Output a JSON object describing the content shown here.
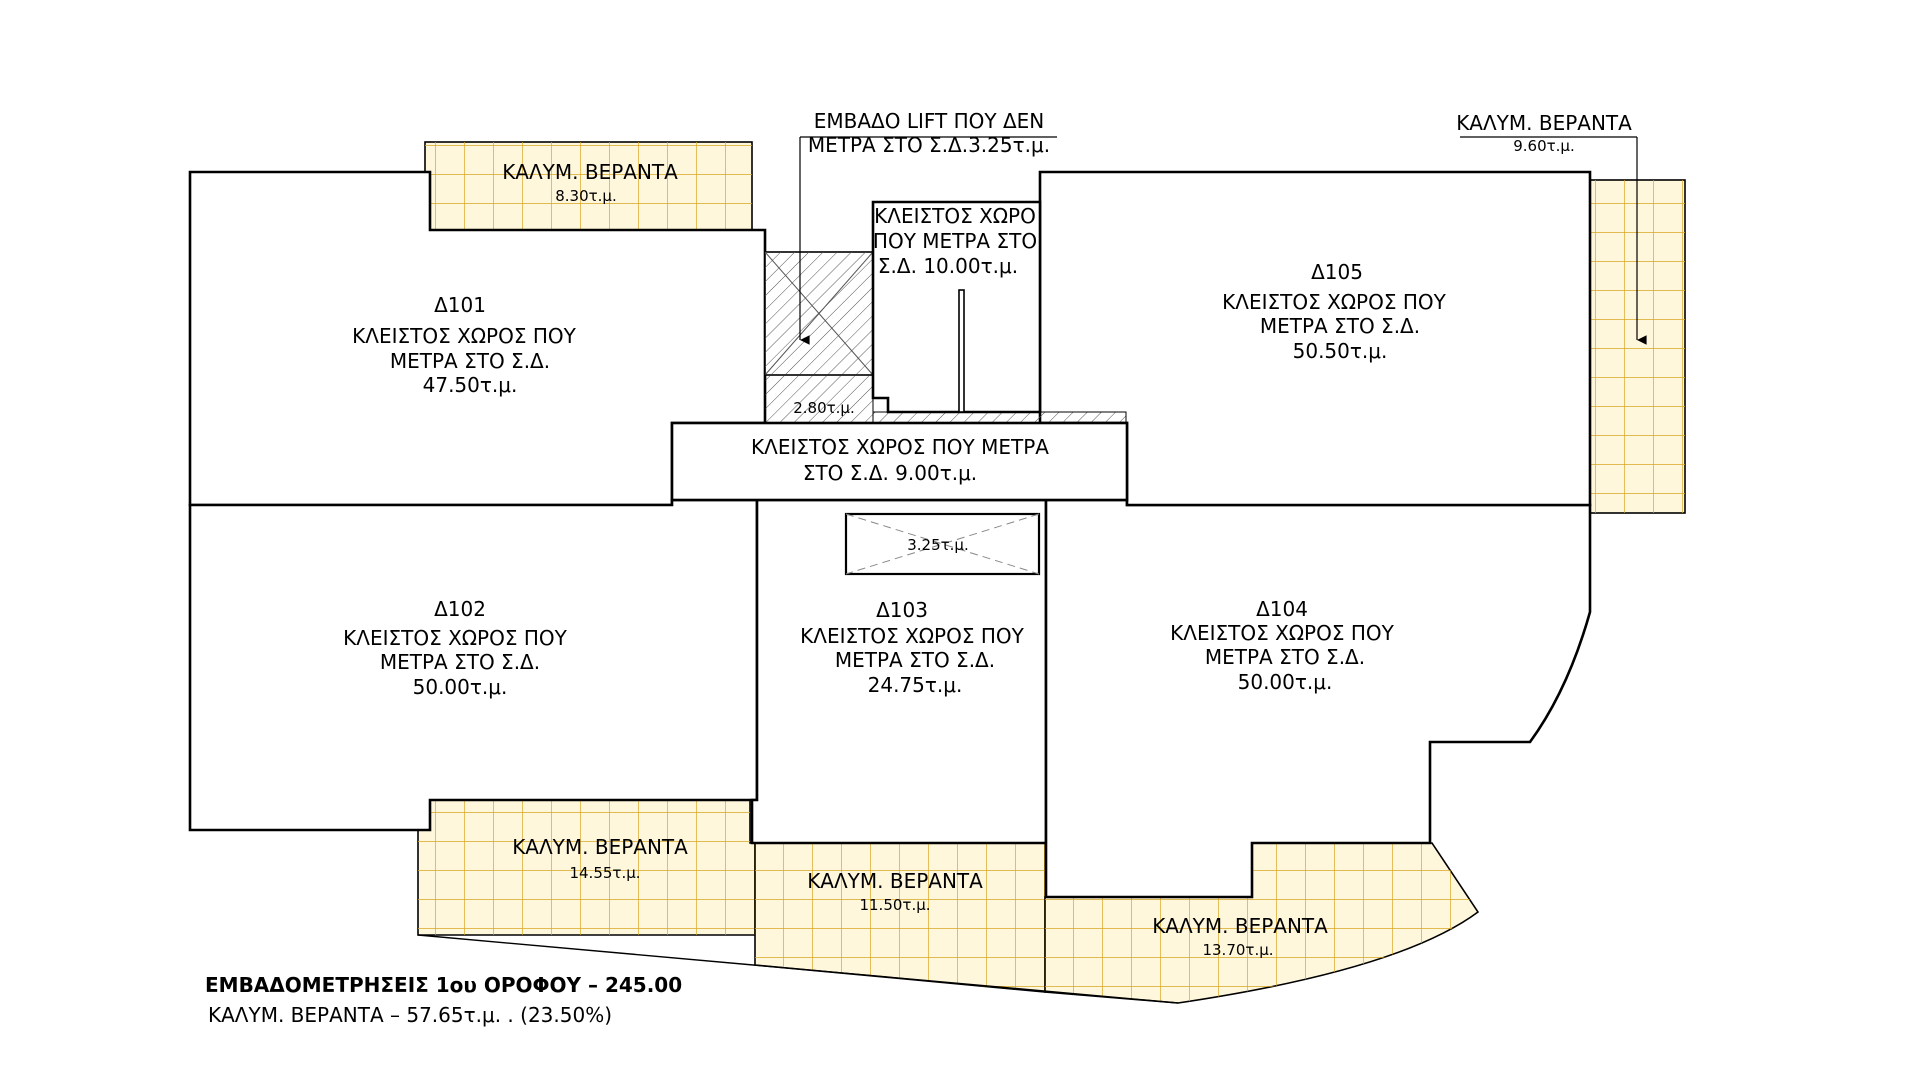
{
  "rooms": {
    "d101": {
      "code": "Δ101",
      "line1": "ΚΛΕΙΣΤΟΣ ΧΩΡΟΣ ΠΟΥ",
      "line2": "ΜΕΤΡΑ ΣΤΟ Σ.Δ.",
      "area": "47.50τ.μ."
    },
    "d102": {
      "code": "Δ102",
      "line1": "ΚΛΕΙΣΤΟΣ ΧΩΡΟΣ ΠΟΥ",
      "line2": "ΜΕΤΡΑ ΣΤΟ Σ.Δ.",
      "area": "50.00τ.μ."
    },
    "d103": {
      "code": "Δ103",
      "line1": "ΚΛΕΙΣΤΟΣ ΧΩΡΟΣ ΠΟΥ",
      "line2": "ΜΕΤΡΑ ΣΤΟ Σ.Δ.",
      "area": "24.75τ.μ."
    },
    "d104": {
      "code": "Δ104",
      "line1": "ΚΛΕΙΣΤΟΣ ΧΩΡΟΣ ΠΟΥ",
      "line2": "ΜΕΤΡΑ ΣΤΟ Σ.Δ.",
      "area": "50.00τ.μ."
    },
    "d105": {
      "code": "Δ105",
      "line1": "ΚΛΕΙΣΤΟΣ ΧΩΡΟΣ ΠΟΥ",
      "line2": "ΜΕΤΡΑ ΣΤΟ Σ.Δ.",
      "area": "50.50τ.μ."
    },
    "stair_space": {
      "line1": "ΚΛΕΙΣΤΟΣ ΧΩΡΟ",
      "line2": "ΠΟΥ ΜΕΤΡΑ ΣΤΟ",
      "line3": "Σ.Δ. 10.00τ.μ."
    },
    "corridor": {
      "line1": "ΚΛΕΙΣΤΟΣ ΧΩΡΟΣ ΠΟΥ ΜΕΤΡΑ",
      "line2": "ΣΤΟ Σ.Δ. 9.00τ.μ."
    }
  },
  "verandas": {
    "top_left": {
      "label": "ΚΑΛΥΜ. ΒΕΡΑΝΤΑ",
      "area": "8.30τ.μ."
    },
    "right": {
      "label": "ΚΑΛΥΜ. ΒΕΡΑΝΤΑ",
      "area": "9.60τ.μ."
    },
    "bottom_left": {
      "label": "ΚΑΛΥΜ. ΒΕΡΑΝΤΑ",
      "area": "14.55τ.μ."
    },
    "bottom_mid": {
      "label": "ΚΑΛΥΜ. ΒΕΡΑΝΤΑ",
      "area": "11.50τ.μ."
    },
    "bottom_right": {
      "label": "ΚΑΛΥΜ. ΒΕΡΑΝΤΑ",
      "area": "13.70τ.μ."
    }
  },
  "lift": {
    "note_line1": "ΕΜΒΑΔΟ LIFT ΠΟΥ ΔΕΝ",
    "note_line2": "ΜΕΤΡΑ ΣΤΟ Σ.Δ.3.25τ.μ.",
    "shaft_area": "2.80τ.μ.",
    "void_area": "3.25τ.μ."
  },
  "summary": {
    "title": "ΕΜΒΑΔΟΜΕΤΡΗΣΕΙΣ  1ου ΟΡΟΦΟΥ – 245.00",
    "veranda_total": "ΚΑΛΥΜ. ΒΕΡΑΝΤΑ – 57.65τ.μ. . (23.50%)"
  },
  "colors": {
    "veranda_fill": "#fff7dc",
    "veranda_grid": "#d8a623",
    "wall": "#000000",
    "hatch": "#555555"
  }
}
